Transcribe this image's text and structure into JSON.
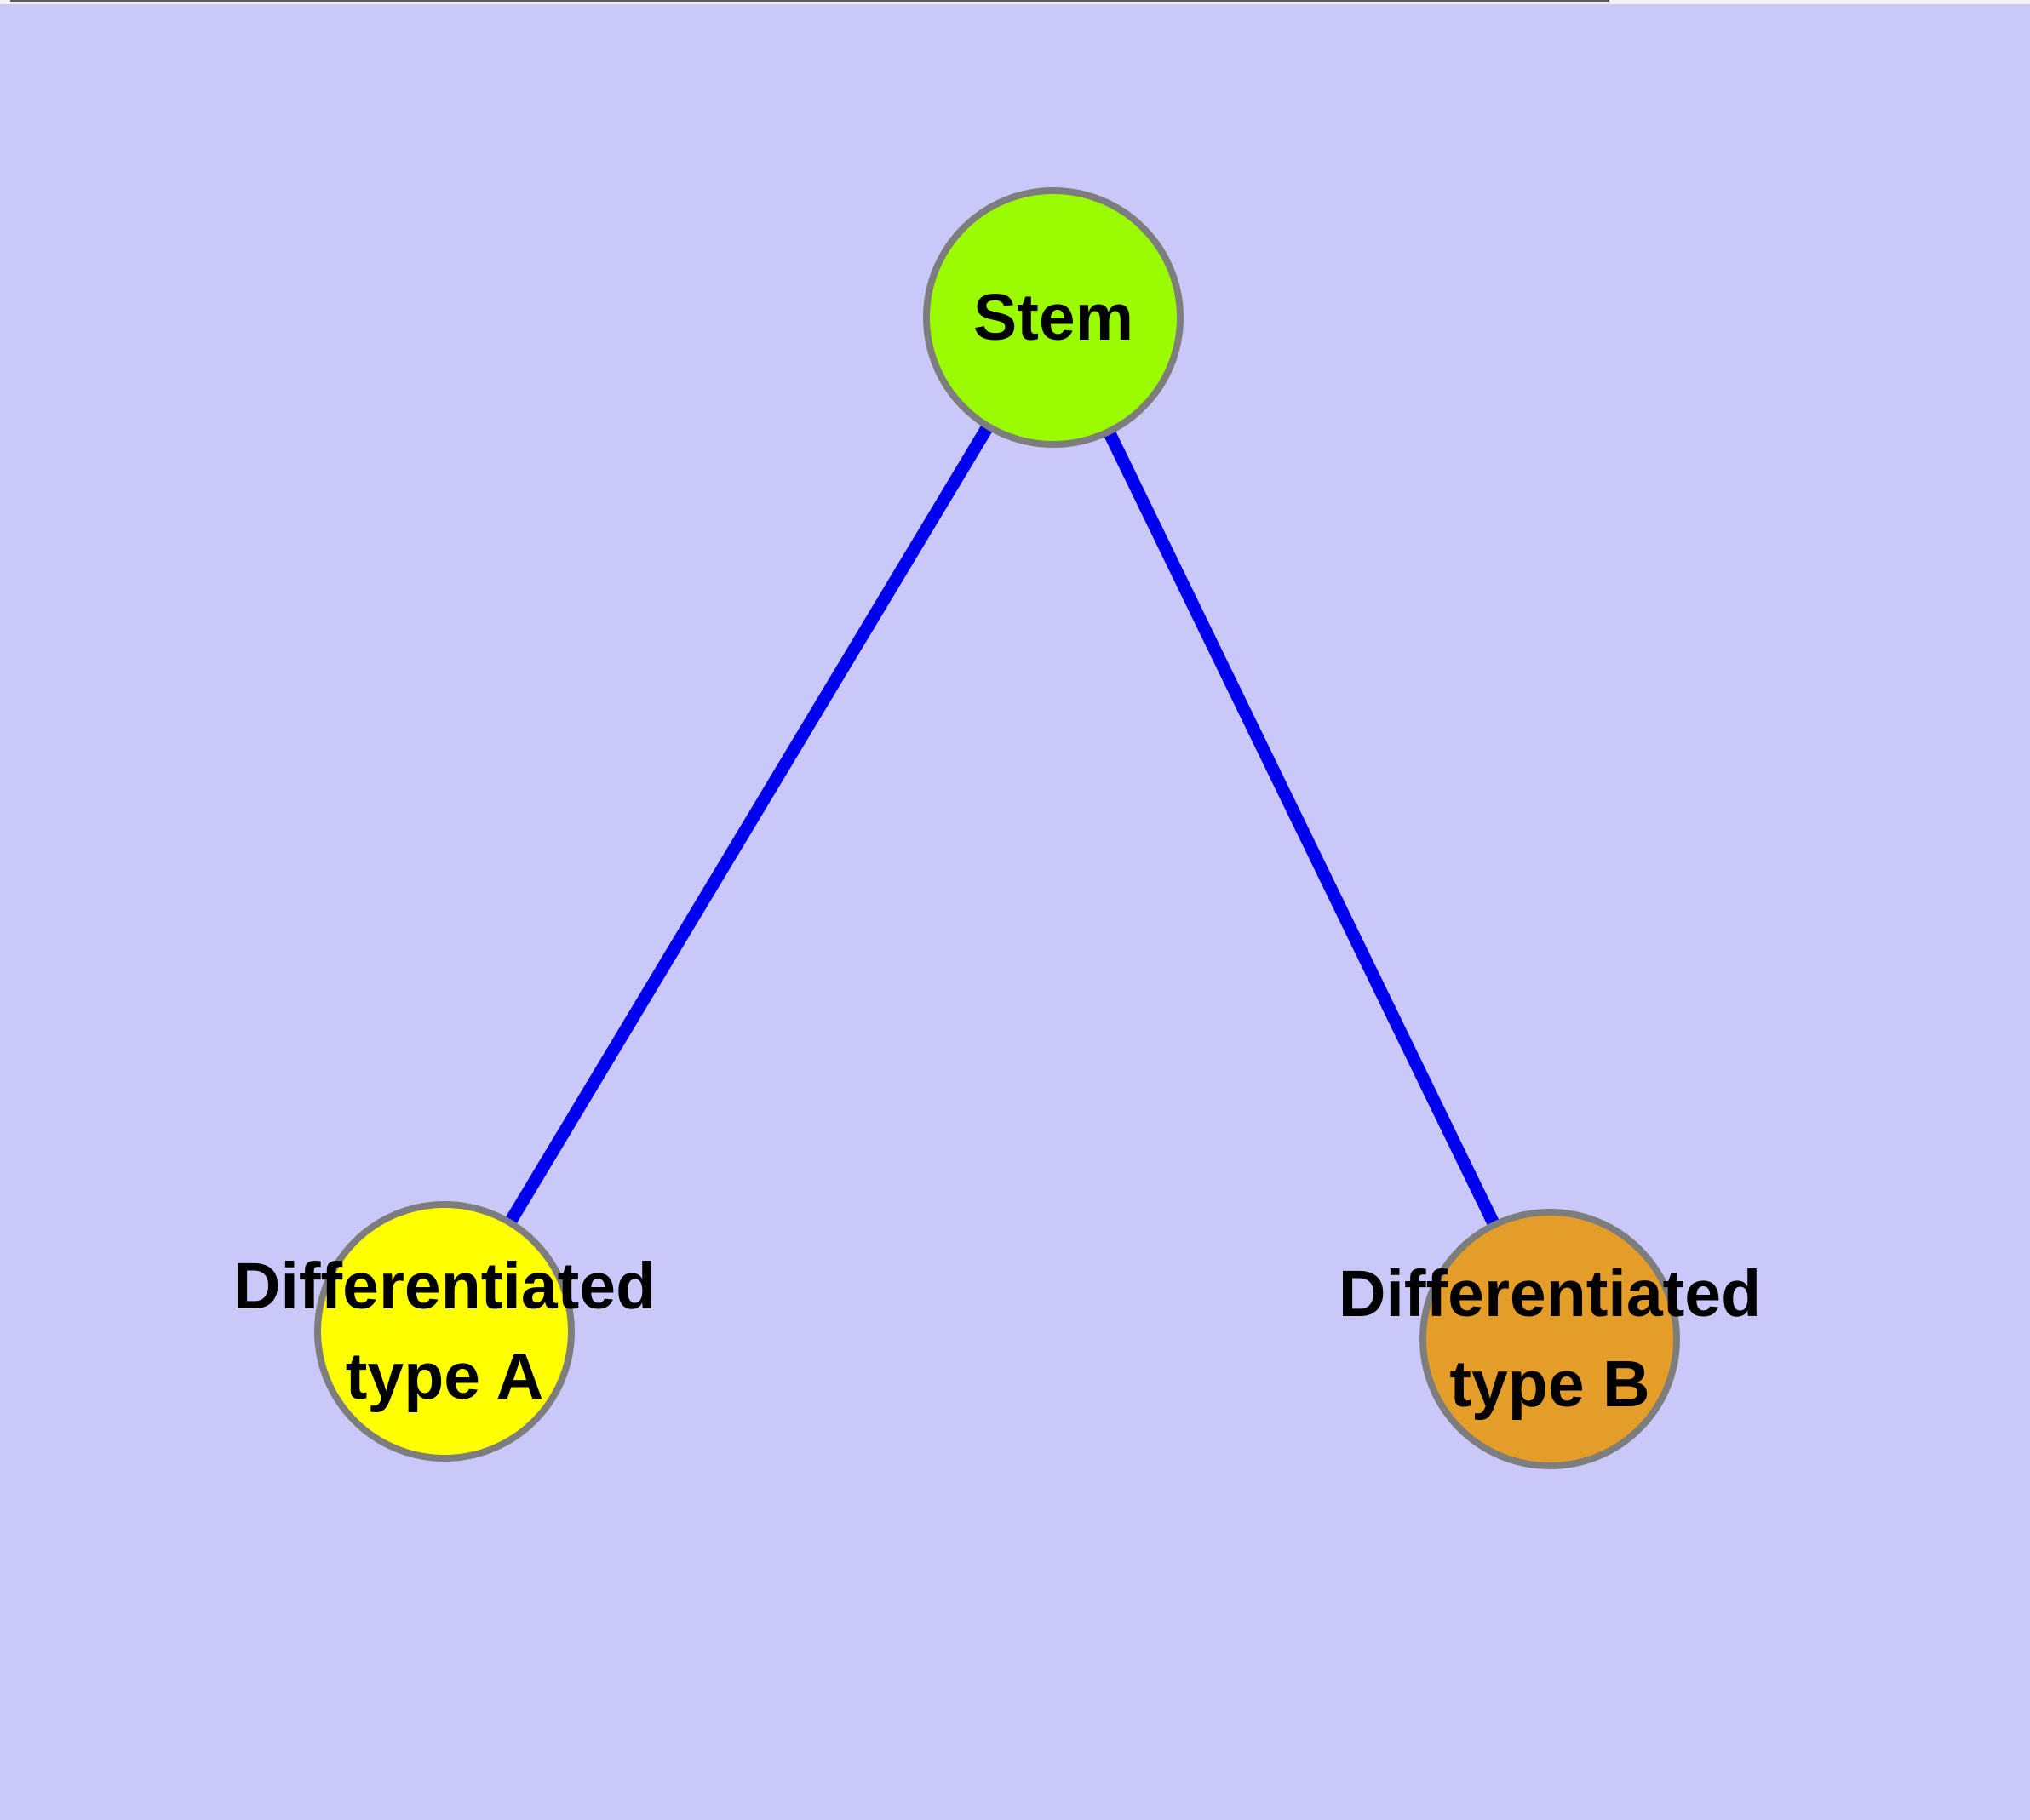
{
  "background": {
    "canvas_color": "#C9C8F8",
    "top_strip_color": "#F4F3FC",
    "top_hairline_color": "#5A5A66"
  },
  "graph": {
    "nodes": [
      {
        "id": "stem",
        "label": "Stem",
        "fill": "#9BFB00",
        "border_color": "#7D7D7D"
      },
      {
        "id": "type-a",
        "label": "Differentiated\ntype A",
        "fill": "#FFFF00",
        "border_color": "#7D7D7D"
      },
      {
        "id": "type-b",
        "label": "Differentiated\ntype B",
        "fill": "#E39D28",
        "border_color": "#7D7D7D"
      }
    ],
    "edges": [
      {
        "from": "stem",
        "to": "type-a",
        "color": "#0000EE"
      },
      {
        "from": "stem",
        "to": "type-b",
        "color": "#0000EE"
      }
    ],
    "text_color": "#000000"
  }
}
